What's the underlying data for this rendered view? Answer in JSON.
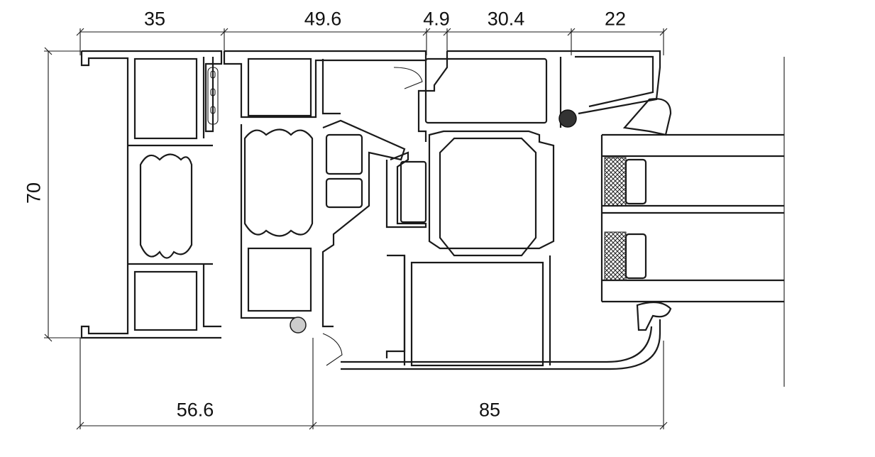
{
  "diagram": {
    "type": "window-profile-cross-section",
    "dimensions": {
      "top": [
        "35",
        "49.6",
        "4.9",
        "30.4",
        "22"
      ],
      "left": "70",
      "bottom": [
        "56.6",
        "85"
      ]
    }
  }
}
